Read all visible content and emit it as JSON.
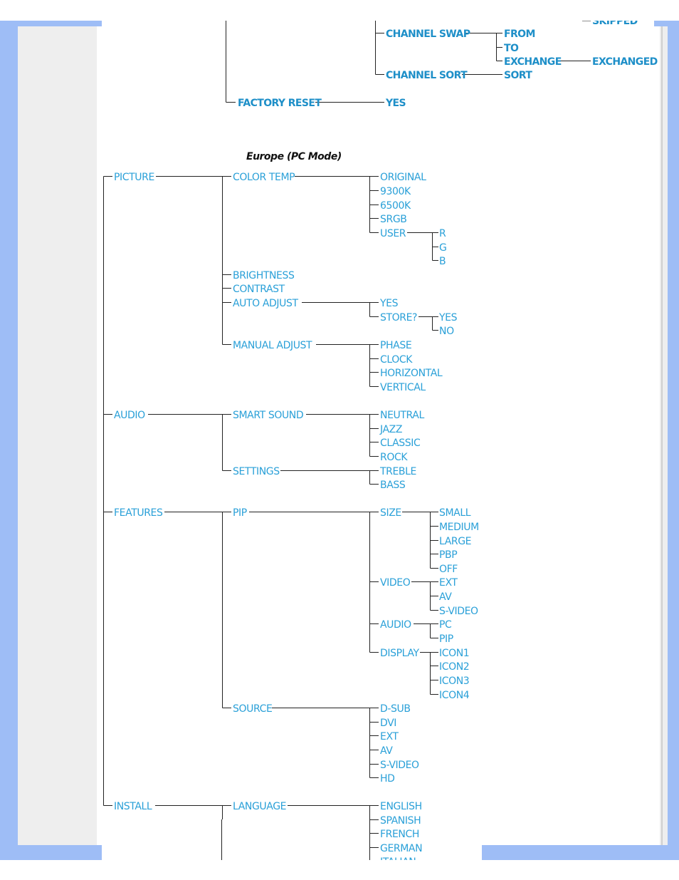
{
  "colors": {
    "frame_blue": "#9ebdf6",
    "frame_gray": "#eeeeee",
    "label_blue": "#2aa0d8",
    "line": "#222222"
  },
  "top_fragment": {
    "clipped_top": "SKIPPED",
    "channel_swap": "CHANNEL SWAP",
    "from": "FROM",
    "to": "TO",
    "exchange": "EXCHANGE",
    "exchanged": "EXCHANGED",
    "channel_sort": "CHANNEL SORT",
    "sort": "SORT",
    "factory_reset": "FACTORY RESET",
    "yes": "YES"
  },
  "section_title": "Europe (PC Mode)",
  "menu": {
    "picture": {
      "label": "PICTURE",
      "color_temp": "COLOR TEMP",
      "original": "ORIGINAL",
      "k9300": "9300K",
      "k6500": "6500K",
      "srgb": "SRGB",
      "user": "USER",
      "r": "R",
      "g": "G",
      "b": "B",
      "brightness": "BRIGHTNESS",
      "contrast": "CONTRAST",
      "auto_adjust": "AUTO ADJUST",
      "aa_yes": "YES",
      "store": "STORE?",
      "store_yes": "YES",
      "store_no": "NO",
      "manual_adjust": "MANUAL ADJUST",
      "phase": "PHASE",
      "clock": "CLOCK",
      "horizontal": "HORIZONTAL",
      "vertical": "VERTICAL"
    },
    "audio": {
      "label": "AUDIO",
      "smart_sound": "SMART SOUND",
      "neutral": "NEUTRAL",
      "jazz": "JAZZ",
      "classic": "CLASSIC",
      "rock": "ROCK",
      "settings": "SETTINGS",
      "treble": "TREBLE",
      "bass": "BASS"
    },
    "features": {
      "label": "FEATURES",
      "pip": "PIP",
      "size": "SIZE",
      "small": "SMALL",
      "medium": "MEDIUM",
      "large": "LARGE",
      "pbp": "PBP",
      "off": "OFF",
      "video": "VIDEO",
      "ext": "EXT",
      "av": "AV",
      "svideo": "S-VIDEO",
      "audio": "AUDIO",
      "pc": "PC",
      "pip_src": "PIP",
      "display": "DISPLAY",
      "icon1": "ICON1",
      "icon2": "ICON2",
      "icon3": "ICON3",
      "icon4": "ICON4",
      "source": "SOURCE",
      "dsub": "D-SUB",
      "dvi": "DVI",
      "src_ext": "EXT",
      "src_av": "AV",
      "src_svideo": "S-VIDEO",
      "hd": "HD"
    },
    "install": {
      "label": "INSTALL",
      "language": "LANGUAGE",
      "english": "ENGLISH",
      "spanish": "SPANISH",
      "french": "FRENCH",
      "german": "GERMAN",
      "italian_clipped": "ITALIAN"
    }
  }
}
